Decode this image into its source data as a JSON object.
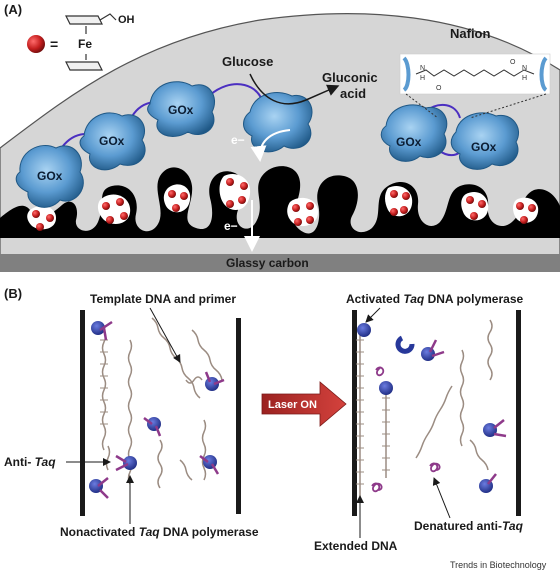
{
  "panel_a": {
    "label": "(A)",
    "ferrocene": {
      "equals": "=",
      "metal": "Fe",
      "group": "OH"
    },
    "nafion": "Nafion",
    "glucose": "Glucose",
    "gluconic": [
      "Gluconic",
      "acid"
    ],
    "enzyme": "GOx",
    "electron": "e−",
    "electrode": "Glassy carbon",
    "linker": {
      "n_atom": "N",
      "h_atom": "H",
      "o_atom": "O"
    }
  },
  "panel_b": {
    "label": "(B)",
    "template": "Template DNA and primer",
    "activated_pre": "Activated ",
    "activated_it": "Taq",
    "activated_post": " DNA polymerase",
    "anti_pre": "Anti- ",
    "anti_it": "Taq",
    "laser": "Laser ON",
    "nonact_pre": "Nonactivated ",
    "nonact_it": "Taq",
    "nonact_post": " DNA polymerase",
    "extended": "Extended DNA",
    "denat_pre": "Denatured anti-",
    "denat_it": "Taq"
  },
  "footer": {
    "credit": "Trends in Biotechnology"
  },
  "colors": {
    "nafion": "#d6d6d6",
    "carbon": "#000000",
    "electrode": "#808080",
    "enzyme": "#5b9bd1",
    "ferrocene": "#b81a1a",
    "tether": "#4b2fc1",
    "polymerase": "#27389a",
    "antibody": "#8e3a8a",
    "laser_arrow": "#b8312f"
  }
}
